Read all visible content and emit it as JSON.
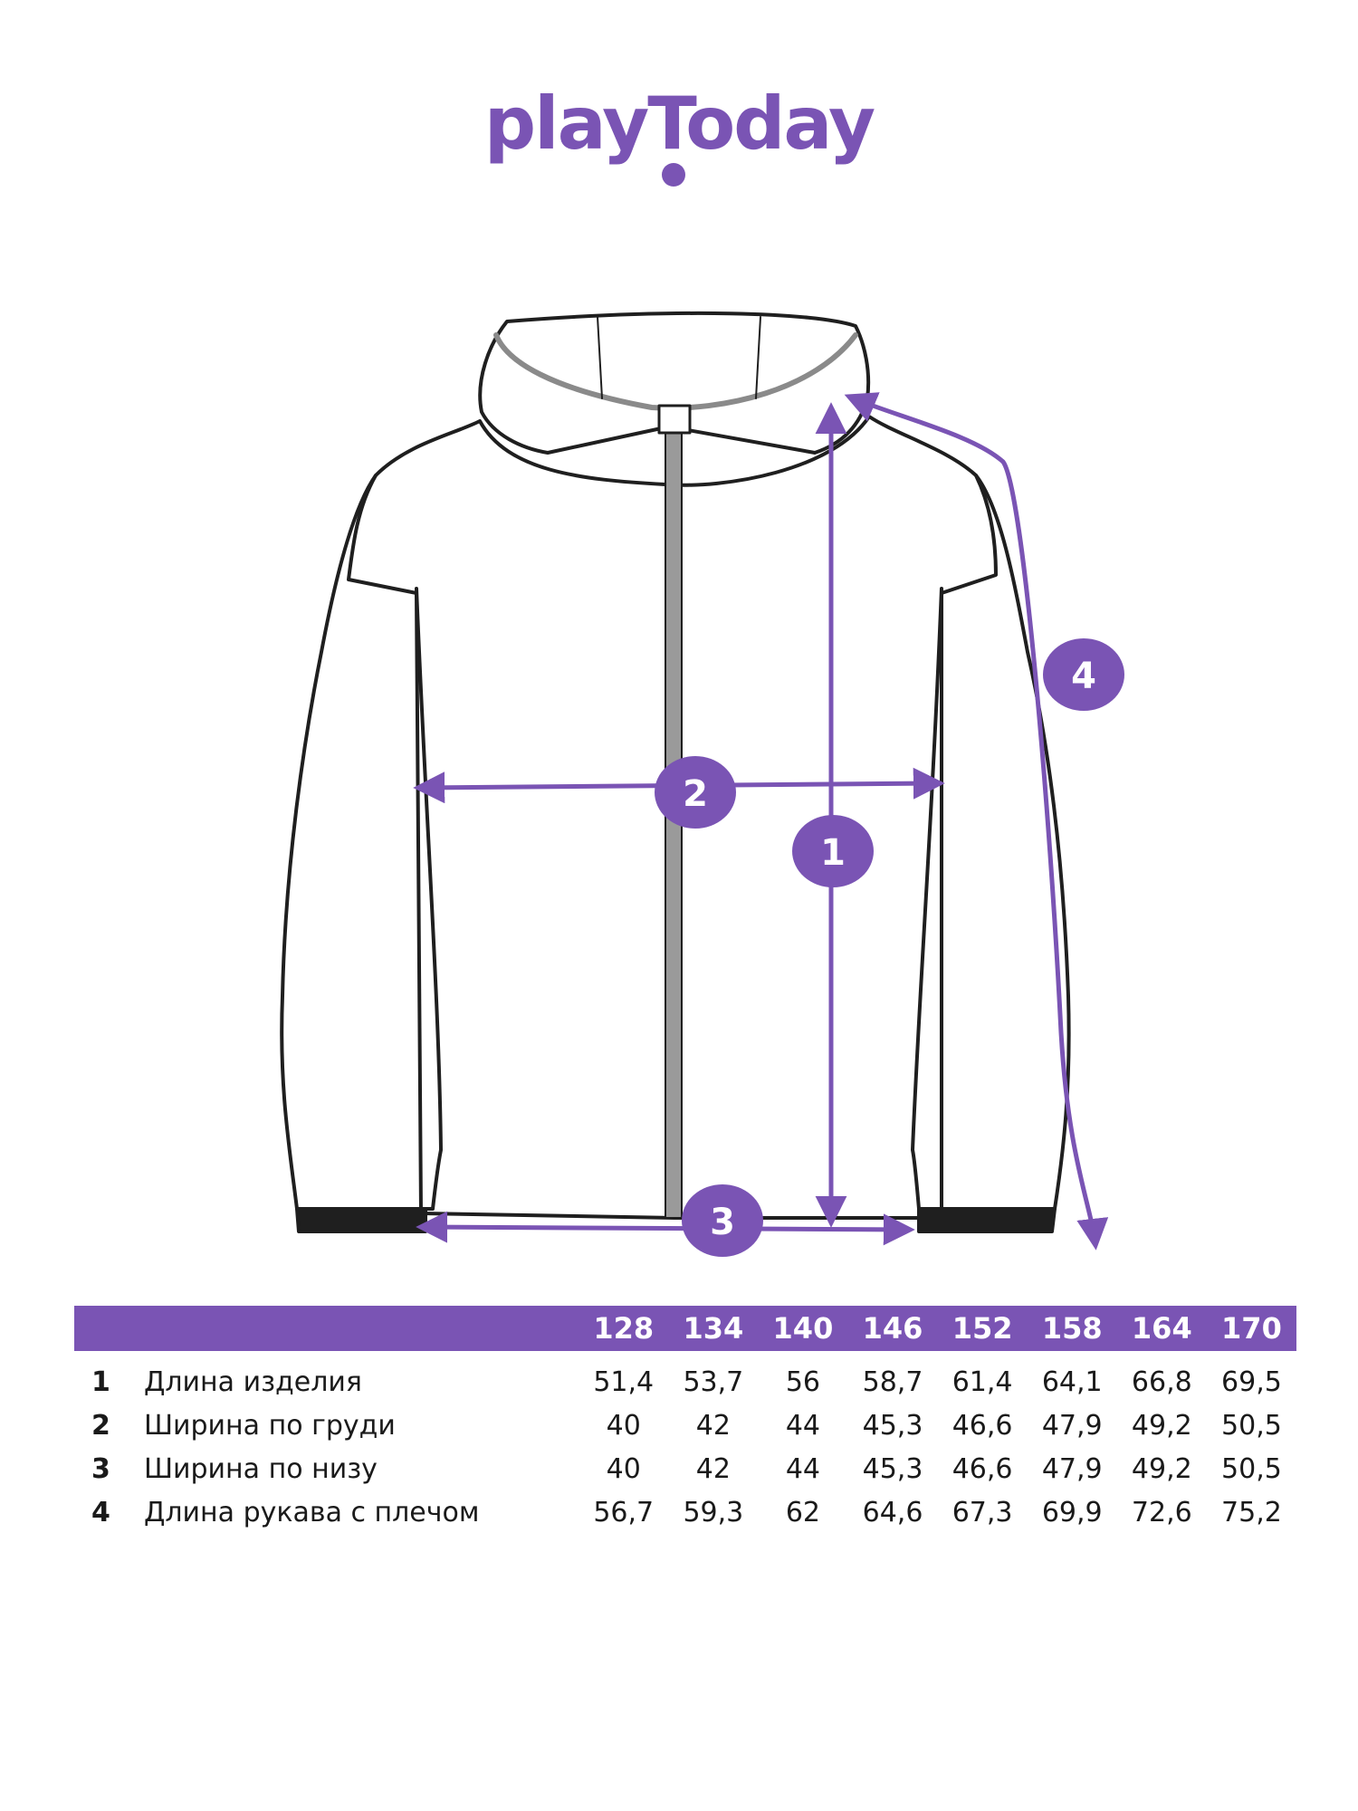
{
  "brand": {
    "logo_text": "playToday",
    "color": "#7a54b4"
  },
  "diagram": {
    "markers": [
      {
        "id": "1",
        "label": "1"
      },
      {
        "id": "2",
        "label": "2"
      },
      {
        "id": "3",
        "label": "3"
      },
      {
        "id": "4",
        "label": "4"
      }
    ]
  },
  "table": {
    "sizes": [
      "128",
      "134",
      "140",
      "146",
      "152",
      "158",
      "164",
      "170"
    ],
    "rows": [
      {
        "num": "1",
        "label": "Длина изделия",
        "values": [
          "51,4",
          "53,7",
          "56",
          "58,7",
          "61,4",
          "64,1",
          "66,8",
          "69,5"
        ]
      },
      {
        "num": "2",
        "label": "Ширина по груди",
        "values": [
          "40",
          "42",
          "44",
          "45,3",
          "46,6",
          "47,9",
          "49,2",
          "50,5"
        ]
      },
      {
        "num": "3",
        "label": "Ширина по низу",
        "values": [
          "40",
          "42",
          "44",
          "45,3",
          "46,6",
          "47,9",
          "49,2",
          "50,5"
        ]
      },
      {
        "num": "4",
        "label": "Длина рукава с плечом",
        "values": [
          "56,7",
          "59,3",
          "62",
          "64,6",
          "67,3",
          "69,9",
          "72,6",
          "75,2"
        ]
      }
    ]
  }
}
